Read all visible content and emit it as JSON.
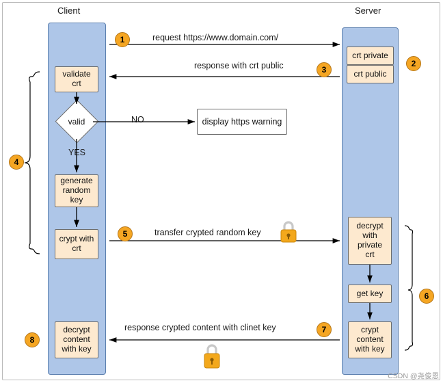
{
  "diagram": {
    "title_client": "Client",
    "title_server": "Server",
    "lanes": [
      {
        "name": "client-lane"
      },
      {
        "name": "server-lane"
      }
    ],
    "server_boxes": [
      {
        "label": "crt private"
      },
      {
        "label": "crt public"
      }
    ],
    "client_boxes": [
      {
        "label": "validate\ncrt",
        "lines": [
          "validate",
          "crt"
        ]
      },
      {
        "label": "generate random key",
        "lines": [
          "generate",
          "random",
          "key"
        ]
      },
      {
        "label": "crypt with crt",
        "lines": [
          "crypt with",
          "crt"
        ]
      },
      {
        "label": "decrypt content with key",
        "lines": [
          "decrypt",
          "content",
          "with key"
        ]
      }
    ],
    "server_flow_boxes": [
      {
        "label": "decrypt with private crt",
        "lines": [
          "decrypt",
          "with",
          "private",
          "crt"
        ]
      },
      {
        "label": "get key",
        "lines": [
          "get key"
        ]
      },
      {
        "label": "crypt content with key",
        "lines": [
          "crypt",
          "content",
          "with key"
        ]
      }
    ],
    "decision": {
      "label": "valid",
      "yes_label": "YES",
      "no_label": "NO"
    },
    "warning_box": "display https warning",
    "messages": [
      {
        "id": "1",
        "text": "request https://www.domain.com/"
      },
      {
        "id": "3",
        "text": "response with crt public"
      },
      {
        "id": "5",
        "text": "transfer crypted random key"
      },
      {
        "id": "7",
        "text": "response crypted content with clinet key"
      }
    ],
    "badges": [
      "1",
      "2",
      "3",
      "4",
      "5",
      "6",
      "7",
      "8"
    ],
    "icons": [
      "padlock-icon-top",
      "padlock-icon-bottom"
    ],
    "colors": {
      "lane_fill": "#aec6e8",
      "lane_stroke": "#5b7fae",
      "box_fill": "#fde9cf",
      "badge_fill": "#f5a623",
      "lock_body": "#f3a81c",
      "line": "#000000"
    },
    "watermark": "CSDN @尧俊恩"
  }
}
